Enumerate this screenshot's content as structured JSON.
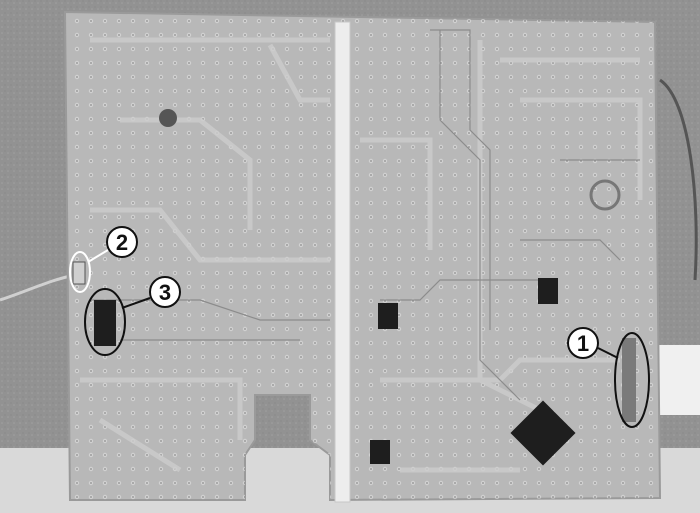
{
  "image": {
    "subject": "pcb-board-photo"
  },
  "callouts": [
    {
      "label": "1"
    },
    {
      "label": "2"
    },
    {
      "label": "3"
    }
  ],
  "colors": {
    "background": "#8f8f8f",
    "table": "#d9d9d9",
    "board": "#b8b8b8",
    "trace": "#a3a3a3",
    "strip": "#ededed",
    "chip": "#1e1e1e"
  }
}
